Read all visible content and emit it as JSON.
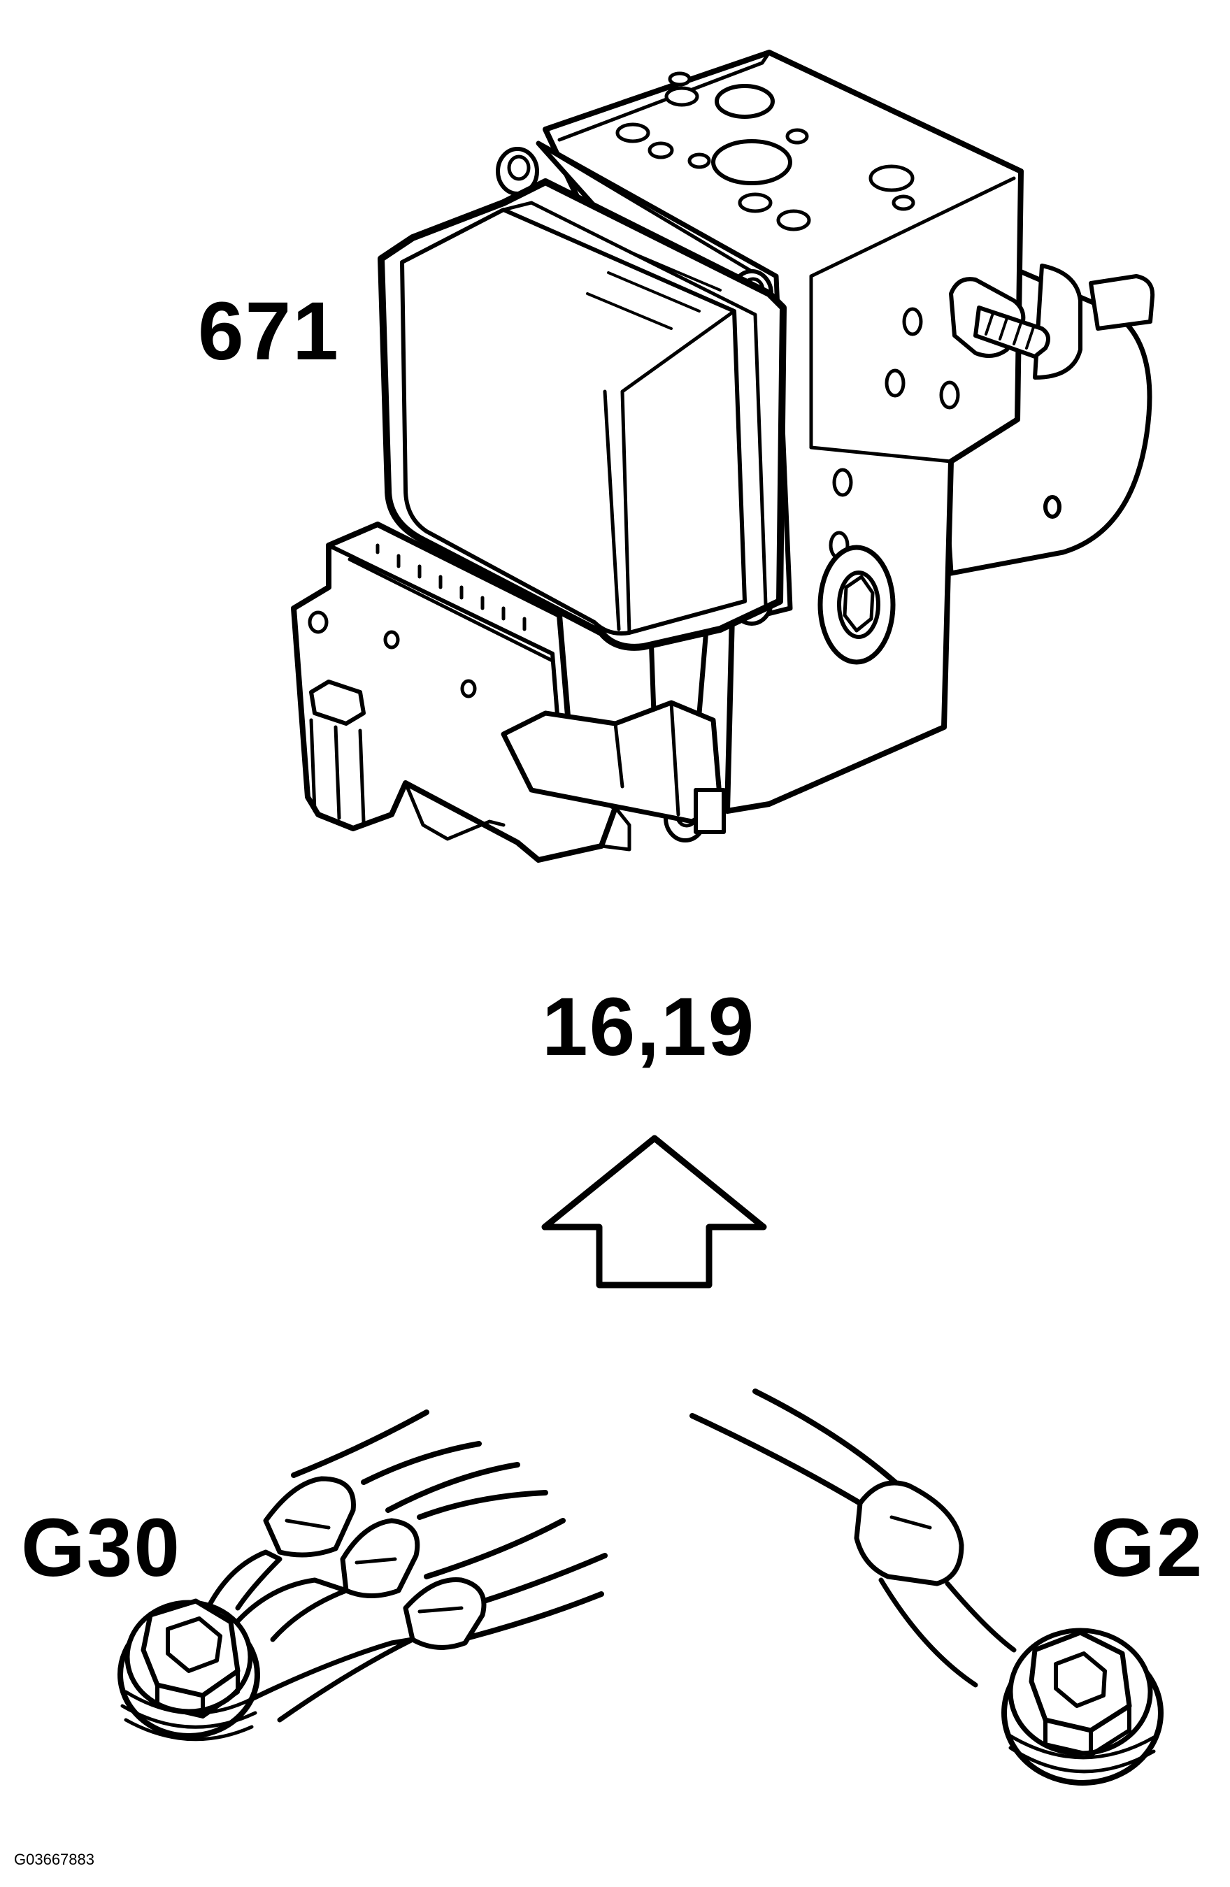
{
  "figure": {
    "component_label": "671",
    "procedure_label": "16,19",
    "ground_left_label": "G30",
    "ground_right_label": "G2",
    "figure_id": "G03667883"
  },
  "colors": {
    "line": "#000000",
    "background": "#ffffff"
  },
  "icons": {
    "arrow": "up-arrow-icon"
  }
}
